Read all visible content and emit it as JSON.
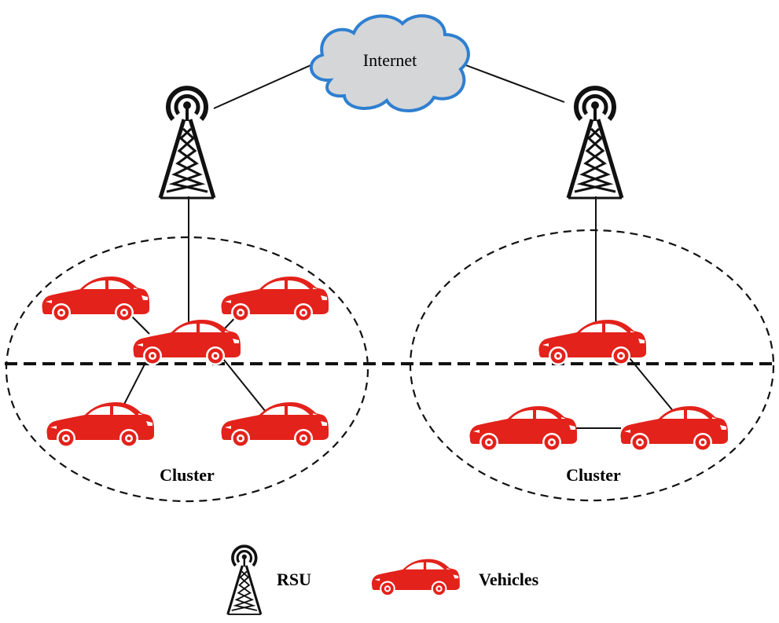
{
  "cloud_label": "Internet",
  "clusters": [
    {
      "label": "Cluster"
    },
    {
      "label": "Cluster"
    }
  ],
  "legend": {
    "rsu_label": "RSU",
    "vehicles_label": "Vehicles"
  },
  "colors": {
    "car": "#e3221b",
    "cloud_fill": "#d4d6d8",
    "cloud_stroke": "#2f7fd0",
    "line": "#111111"
  },
  "icons": [
    "cloud-icon",
    "rsu-tower-icon",
    "car-icon"
  ]
}
